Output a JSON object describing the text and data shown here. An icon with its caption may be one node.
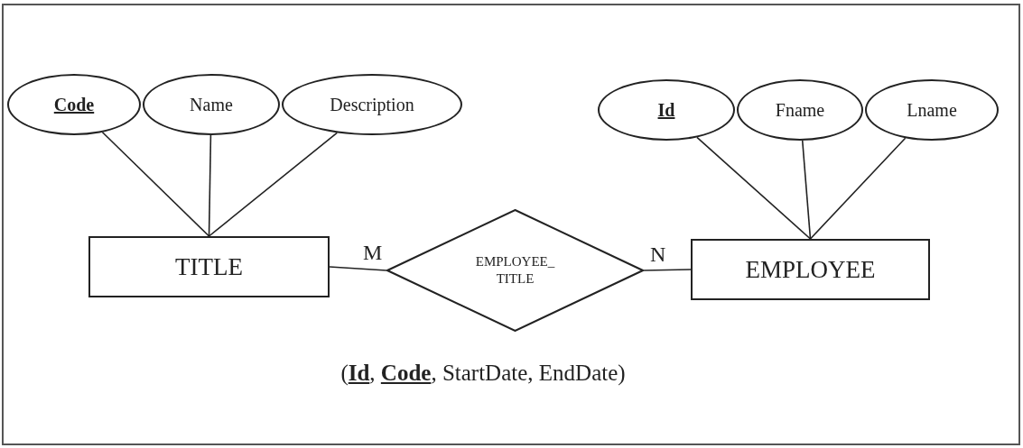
{
  "diagram": {
    "nodes": [
      {
        "text": [
          "Code"
        ]
      },
      {
        "text": [
          "Name"
        ]
      },
      {
        "text": [
          "Description"
        ]
      },
      {
        "text": [
          "Id"
        ]
      },
      {
        "text": [
          "Fname"
        ]
      },
      {
        "text": [
          "Lname"
        ]
      },
      {
        "text": [
          "TITLE"
        ]
      },
      {
        "text": [
          "EMPLOYEE_ TITLE"
        ]
      },
      {
        "text": [
          "EMPLOYEE"
        ]
      }
    ],
    "edges": [
      {
        "from": 0,
        "to": 6,
        "arrow": "none"
      },
      {
        "from": 1,
        "to": 6,
        "arrow": "none"
      },
      {
        "from": 2,
        "to": 6,
        "arrow": "none"
      },
      {
        "from": 3,
        "to": 8,
        "arrow": "none"
      },
      {
        "from": 4,
        "to": 8,
        "arrow": "none"
      },
      {
        "from": 5,
        "to": 8,
        "arrow": "none"
      },
      {
        "from": 6,
        "to": 7,
        "arrow": "none",
        "label": "M"
      },
      {
        "from": 7,
        "to": 8,
        "arrow": "none",
        "label": "N"
      }
    ],
    "labels": [
      "(**Id**, **Code**, StartDate, EndDate)"
    ]
  }
}
